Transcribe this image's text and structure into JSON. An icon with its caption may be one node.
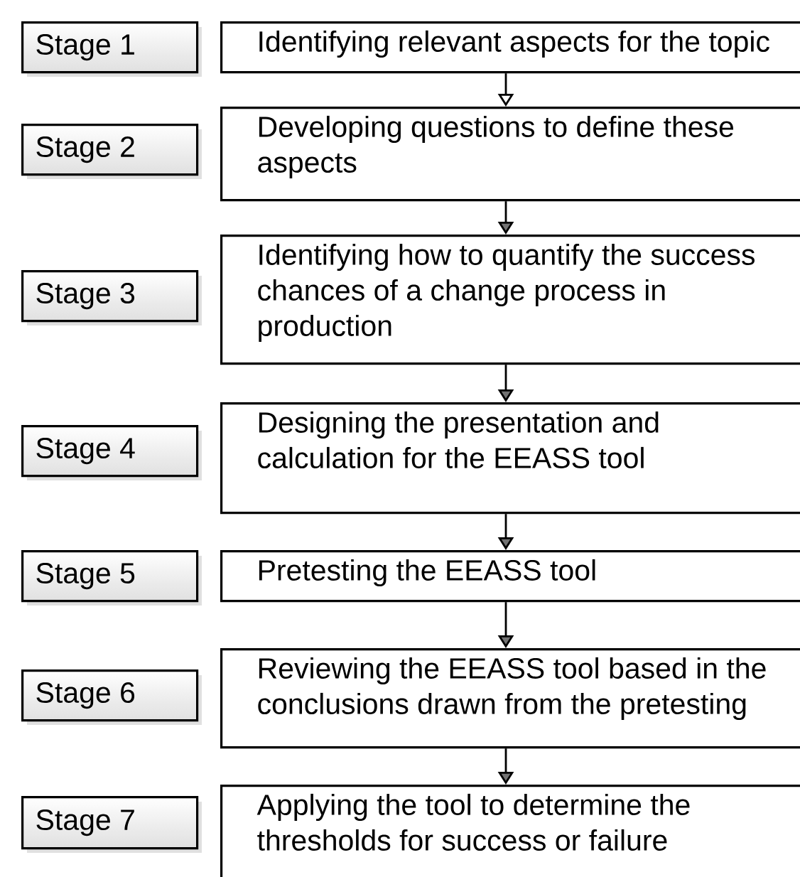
{
  "diagram": {
    "nodes": [
      {
        "text": [
          "Stage 1"
        ]
      },
      {
        "text": [
          "Identifying relevant aspects for the topic"
        ]
      },
      {
        "text": [
          "Stage 2"
        ]
      },
      {
        "text": [
          "Developing questions to define these aspects"
        ]
      },
      {
        "text": [
          "Stage 3"
        ]
      },
      {
        "text": [
          "Identifying how to quantify the success chances of a change process in production"
        ]
      },
      {
        "text": [
          "Stage 4"
        ]
      },
      {
        "text": [
          "Designing the presentation and calculation for the EEASS tool"
        ]
      },
      {
        "text": [
          "Stage 5"
        ]
      },
      {
        "text": [
          "Pretesting the EEASS tool"
        ]
      },
      {
        "text": [
          "Stage 6"
        ]
      },
      {
        "text": [
          "Reviewing the EEASS tool based in the conclusions drawn from the pretesting"
        ]
      },
      {
        "text": [
          "Stage 7"
        ]
      },
      {
        "text": [
          "Applying the tool to determine the thresholds for success or failure"
        ]
      }
    ],
    "edges": [
      {
        "from": 1,
        "to": 3,
        "arrow": "to"
      },
      {
        "from": 3,
        "to": 5,
        "arrow": "to"
      },
      {
        "from": 5,
        "to": 7,
        "arrow": "to"
      },
      {
        "from": 7,
        "to": 9,
        "arrow": "to"
      },
      {
        "from": 9,
        "to": 11,
        "arrow": "to"
      },
      {
        "from": 11,
        "to": 13,
        "arrow": "to"
      }
    ]
  }
}
